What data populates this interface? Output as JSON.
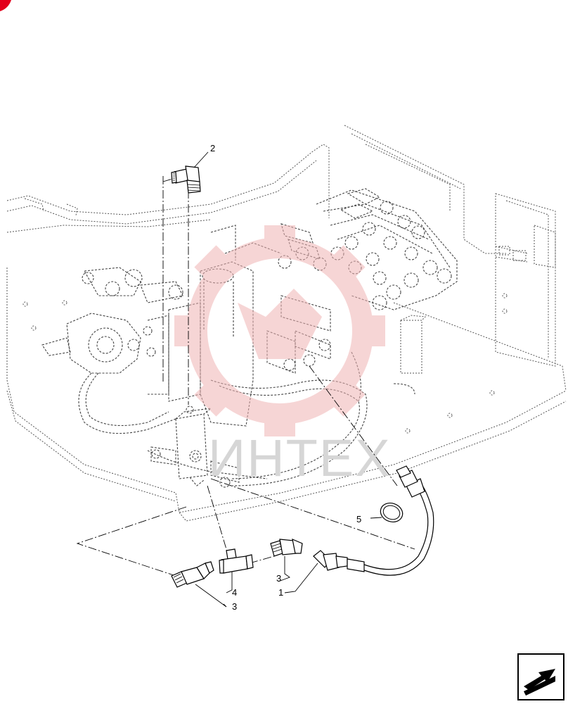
{
  "diagram": {
    "callouts": [
      {
        "id": "c2",
        "text": "2"
      },
      {
        "id": "c5",
        "text": "5"
      },
      {
        "id": "c3a",
        "text": "3"
      },
      {
        "id": "c1",
        "text": "1"
      },
      {
        "id": "c4",
        "text": "4"
      },
      {
        "id": "c3b",
        "text": "3"
      }
    ],
    "watermark": {
      "text": "ИНТЕХ",
      "color": "#f0b4b4"
    },
    "colors": {
      "line": "#000000",
      "ghost": "#555555",
      "accent": "#e3001b"
    },
    "icons": {
      "corner_badge": "red-tab-icon",
      "nav": "page-arrow-icon"
    }
  }
}
